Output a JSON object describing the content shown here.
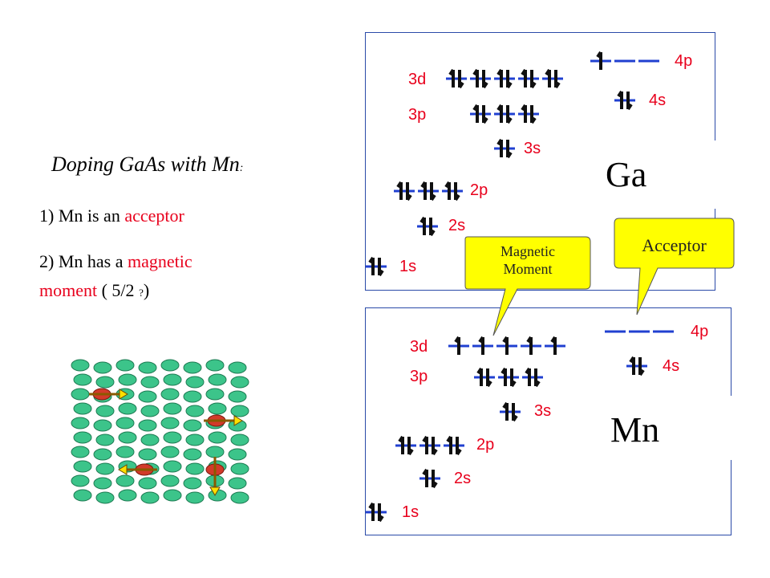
{
  "title": "Doping GaAs with Mn",
  "title_suffix": ":",
  "point1": {
    "prefix": "1) Mn is an ",
    "highlight": "acceptor"
  },
  "point2": {
    "prefix": "2) Mn has a ",
    "highlight": "magnetic",
    "line2_highlight": "moment",
    "line2_rest_a": " (  5/2  ",
    "q": "?",
    "line2_rest_b": ")"
  },
  "ga_panel": {
    "element": "Ga",
    "labels": {
      "3d": "3d",
      "3p": "3p",
      "3s": "3s",
      "2p": "2p",
      "2s": "2s",
      "1s": "1s",
      "4p": "4p",
      "4s": "4s"
    }
  },
  "mn_panel": {
    "element": "Mn",
    "labels": {
      "3d": "3d",
      "3p": "3p",
      "3s": "3s",
      "2p": "2p",
      "2s": "2s",
      "1s": "1s",
      "4p": "4p",
      "4s": "4s"
    }
  },
  "callouts": {
    "magnetic": [
      "Magnetic",
      "Moment"
    ],
    "acceptor": "Acceptor"
  },
  "colors": {
    "orbital_label": "#e8001c",
    "electron": "#101010",
    "orbital_line": "#2040d0",
    "atom": "#3cc48a",
    "callout": "#ffff00",
    "panel_border": "#2a4aa8"
  }
}
